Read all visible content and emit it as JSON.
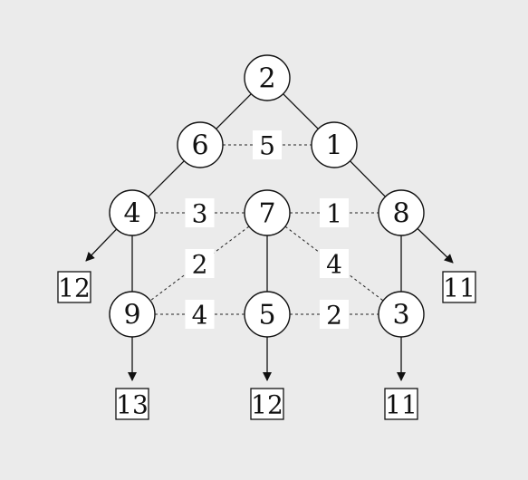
{
  "diagram": {
    "nodes": [
      {
        "id": "n1",
        "label": "2"
      },
      {
        "id": "n2",
        "label": "6"
      },
      {
        "id": "n3",
        "label": "1"
      },
      {
        "id": "n4",
        "label": "4"
      },
      {
        "id": "n5",
        "label": "7"
      },
      {
        "id": "n6",
        "label": "8"
      },
      {
        "id": "n7",
        "label": "9"
      },
      {
        "id": "n8",
        "label": "5"
      },
      {
        "id": "n9",
        "label": "3"
      }
    ],
    "tree_edges": [
      {
        "from": "n1",
        "to": "n2"
      },
      {
        "from": "n1",
        "to": "n3"
      },
      {
        "from": "n2",
        "to": "n4"
      },
      {
        "from": "n3",
        "to": "n6"
      },
      {
        "from": "n4",
        "to": "n7"
      },
      {
        "from": "n5",
        "to": "n8"
      },
      {
        "from": "n6",
        "to": "n9"
      }
    ],
    "weighted_edges": [
      {
        "from": "n2",
        "to": "n3",
        "weight": "5"
      },
      {
        "from": "n4",
        "to": "n5",
        "weight": "3"
      },
      {
        "from": "n5",
        "to": "n6",
        "weight": "1"
      },
      {
        "from": "n5",
        "to": "n7",
        "weight": "2"
      },
      {
        "from": "n5",
        "to": "n9",
        "weight": "4"
      },
      {
        "from": "n7",
        "to": "n8",
        "weight": "4"
      },
      {
        "from": "n8",
        "to": "n9",
        "weight": "2"
      }
    ],
    "outputs": [
      {
        "from": "n4",
        "label": "12"
      },
      {
        "from": "n6",
        "label": "11"
      },
      {
        "from": "n7",
        "label": "13"
      },
      {
        "from": "n8",
        "label": "12"
      },
      {
        "from": "n9",
        "label": "11"
      }
    ]
  }
}
